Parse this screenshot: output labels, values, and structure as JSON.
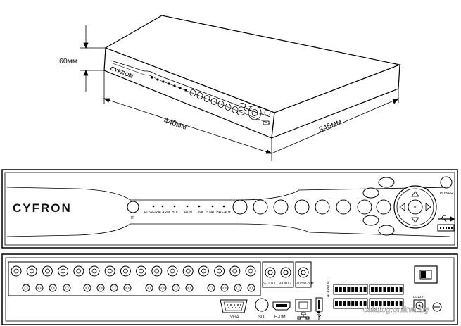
{
  "dimensions": {
    "height": "60мм",
    "width": "440мм",
    "depth": "345мм"
  },
  "brand": "CYFRON",
  "front_panel": {
    "ir_label": "IR",
    "indicators": [
      "POWER",
      "ALARM",
      "HDD",
      "RUN",
      "LINK",
      "STATUS",
      "READY"
    ],
    "power_label": "POWER",
    "ok_label": "OK",
    "usb_icon": "usb-icon"
  },
  "rear_panel": {
    "vga_label": "VGA",
    "sdi_label": "SDI",
    "hdmi_label": "H-DMI",
    "vout_labels": [
      "V-OUT1",
      "V-OUT2"
    ],
    "audio_out_label": "AUDIO OUT",
    "alarm_io_label": "ALARM I/O",
    "dc_label": "DC12V",
    "network_icon": "network-icon",
    "usb_icon": "usb-icon"
  },
  "watermark": "catalog.onliner.by"
}
